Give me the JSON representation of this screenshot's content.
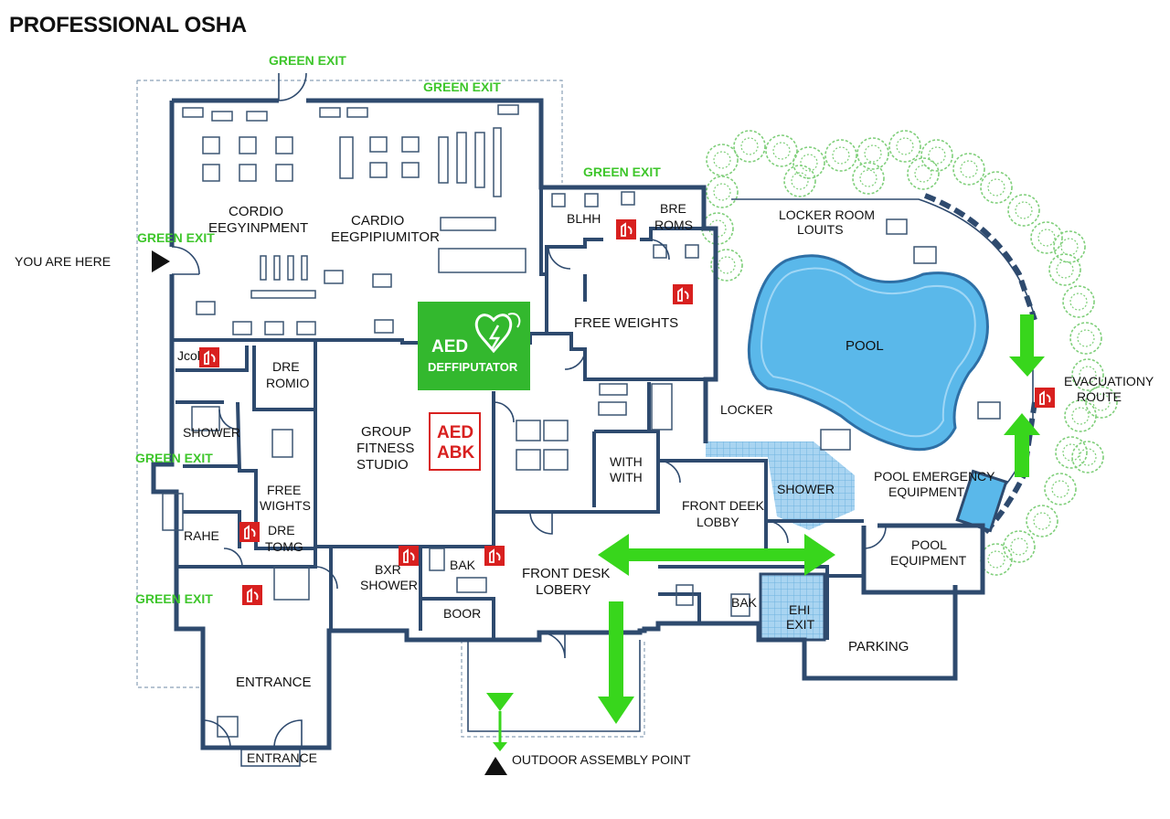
{
  "title": "PROFESSIONAL OSHA",
  "you_are_here": "YOU ARE HERE",
  "green_exit": "GREEN EXIT",
  "rooms": {
    "cardio_left": [
      "CORDIO",
      "EEGYINPMENT"
    ],
    "cardio_center": [
      "CARDIO",
      "EEGPIPIUMITOR"
    ],
    "blhh": "BLHH",
    "bre_roms": [
      "BRE",
      "ROMS"
    ],
    "free_weights_top": "FREE WEIGHTS",
    "locker_room": [
      "LOCKER ROOM",
      "LOUITS"
    ],
    "pool": "POOL",
    "evac_route": [
      "EVACUATIONY",
      "ROUTE"
    ],
    "aed_green": [
      "AED",
      "DEFFIPUTATOR"
    ],
    "aed_red": [
      "AED",
      "ABK"
    ],
    "jcol": "Jcol",
    "dre_romio": [
      "DRE",
      "ROMIO"
    ],
    "shower_left": "SHOWER",
    "group_fitness": [
      "GROUP",
      "FITNESS",
      "STUDIO"
    ],
    "locker": "LOCKER",
    "with_with": [
      "WITH",
      "WITH"
    ],
    "shower_center": "SHOWER",
    "pool_emergency": [
      "POOL EMERGENCY",
      "EQUIPMENT"
    ],
    "free_wights": [
      "FREE",
      "WIGHTS"
    ],
    "front_deek": [
      "FRONT DEEK",
      "LOBBY"
    ],
    "rahe": "RAHE",
    "dre_tomg": [
      "DRE",
      "TOMG"
    ],
    "pool_equipment": [
      "POOL",
      "EQUIPMENT"
    ],
    "bxr_shower": [
      "BXR",
      "SHOWER"
    ],
    "bak": "BAK",
    "front_desk": [
      "FRONT DESK",
      "LOBERY"
    ],
    "boor": "BOOR",
    "bak2": "BAK",
    "ehi_exit": [
      "EHI",
      "EXIT"
    ],
    "parking": "PARKING",
    "entrance_main": "ENTRANCE",
    "entrance_sign": "ENTRANCE",
    "assembly": "OUTDOOR ASSEMBLY POINT"
  },
  "colors": {
    "wall": "#2e4a6e",
    "exit_green": "#3ec62b",
    "arrow_green": "#38d61c",
    "aed_green": "#33b82e",
    "fire_red": "#d8201f",
    "pool_blue": "#5ab8ea",
    "tile_blue": "#a9d4f1",
    "tree_green": "#7fcf7a"
  },
  "icons": [
    "you-are-here-marker-icon",
    "fire-extinguisher-icon",
    "aed-heart-icon",
    "evacuation-arrow-icon",
    "assembly-point-marker-icon",
    "door-swing-icon",
    "tree-icon"
  ]
}
